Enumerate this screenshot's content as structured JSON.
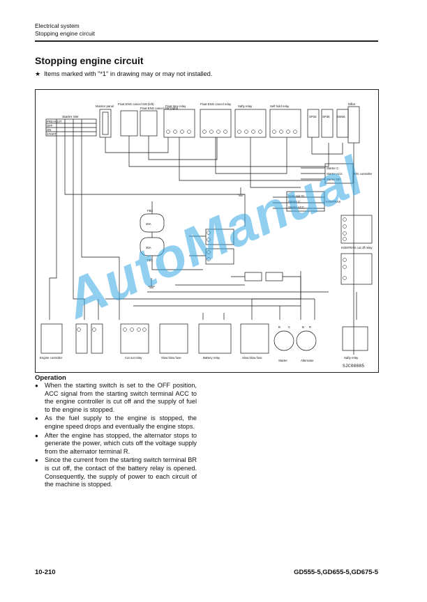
{
  "header": {
    "section": "Electrical system",
    "subsection": "Stopping engine circuit"
  },
  "title": "Stopping engine circuit",
  "note": {
    "star": "★",
    "text": "Items marked with \"*1\" in drawing may or may not installed."
  },
  "diagram": {
    "ref_code": "SJC00885",
    "top_labels": [
      "Starter SW",
      "Monitor panel",
      "Float ENG cancel SW (left)",
      "Float ENG cancel SW (right)",
      "Float time relay",
      "Float ENG cancel relay",
      "Safty relay",
      "Self hold relay",
      "SP33",
      "SP35",
      "SW46",
      "Diflat"
    ],
    "right_labels": [
      "Starter C",
      "Starter ACC",
      "Starter BR",
      "E/G controller",
      "Gate mid #1",
      "Starter C",
      "Starter ACC",
      "KOMTRAX",
      "KOMTRAX cut off relay"
    ],
    "mid_labels": [
      "FB3",
      "FB1",
      "20A",
      "30A"
    ],
    "bottom_labels": [
      "Engine controller",
      "Cut out relay",
      "Slow blow fuse",
      "Battery relay",
      "Slow blow fuse",
      "Starter",
      "Alternator",
      "Safty relay"
    ],
    "bottom_terminals": [
      "B",
      "C",
      "B",
      "R"
    ],
    "starter_sw_rows": [
      "PRE-HEAT",
      "OFF",
      "ON",
      "START"
    ]
  },
  "operation": {
    "title": "Operation",
    "bullet": "●",
    "items": [
      "When the starting switch is set to the OFF position, ACC signal from the starting switch terminal ACC to the engine controller is cut off and the supply of fuel to the engine is stopped.",
      "As the fuel supply to the engine is stopped, the engine speed drops and eventually the engine stops.",
      "After the engine has stopped, the alternator stops to generate the power, which cuts off the voltage supply from the alternator terminal R.",
      "Since the current from the starting switch terminal BR is cut off, the contact of the battery relay is opened. Consequently, the supply of power to each circuit of the machine is stopped."
    ]
  },
  "footer": {
    "page": "10-210",
    "models": "GD555-5,GD655-5,GD675-5"
  },
  "watermark": "AutoManual",
  "colors": {
    "watermark": "#38a8e6",
    "ink": "#111111"
  }
}
